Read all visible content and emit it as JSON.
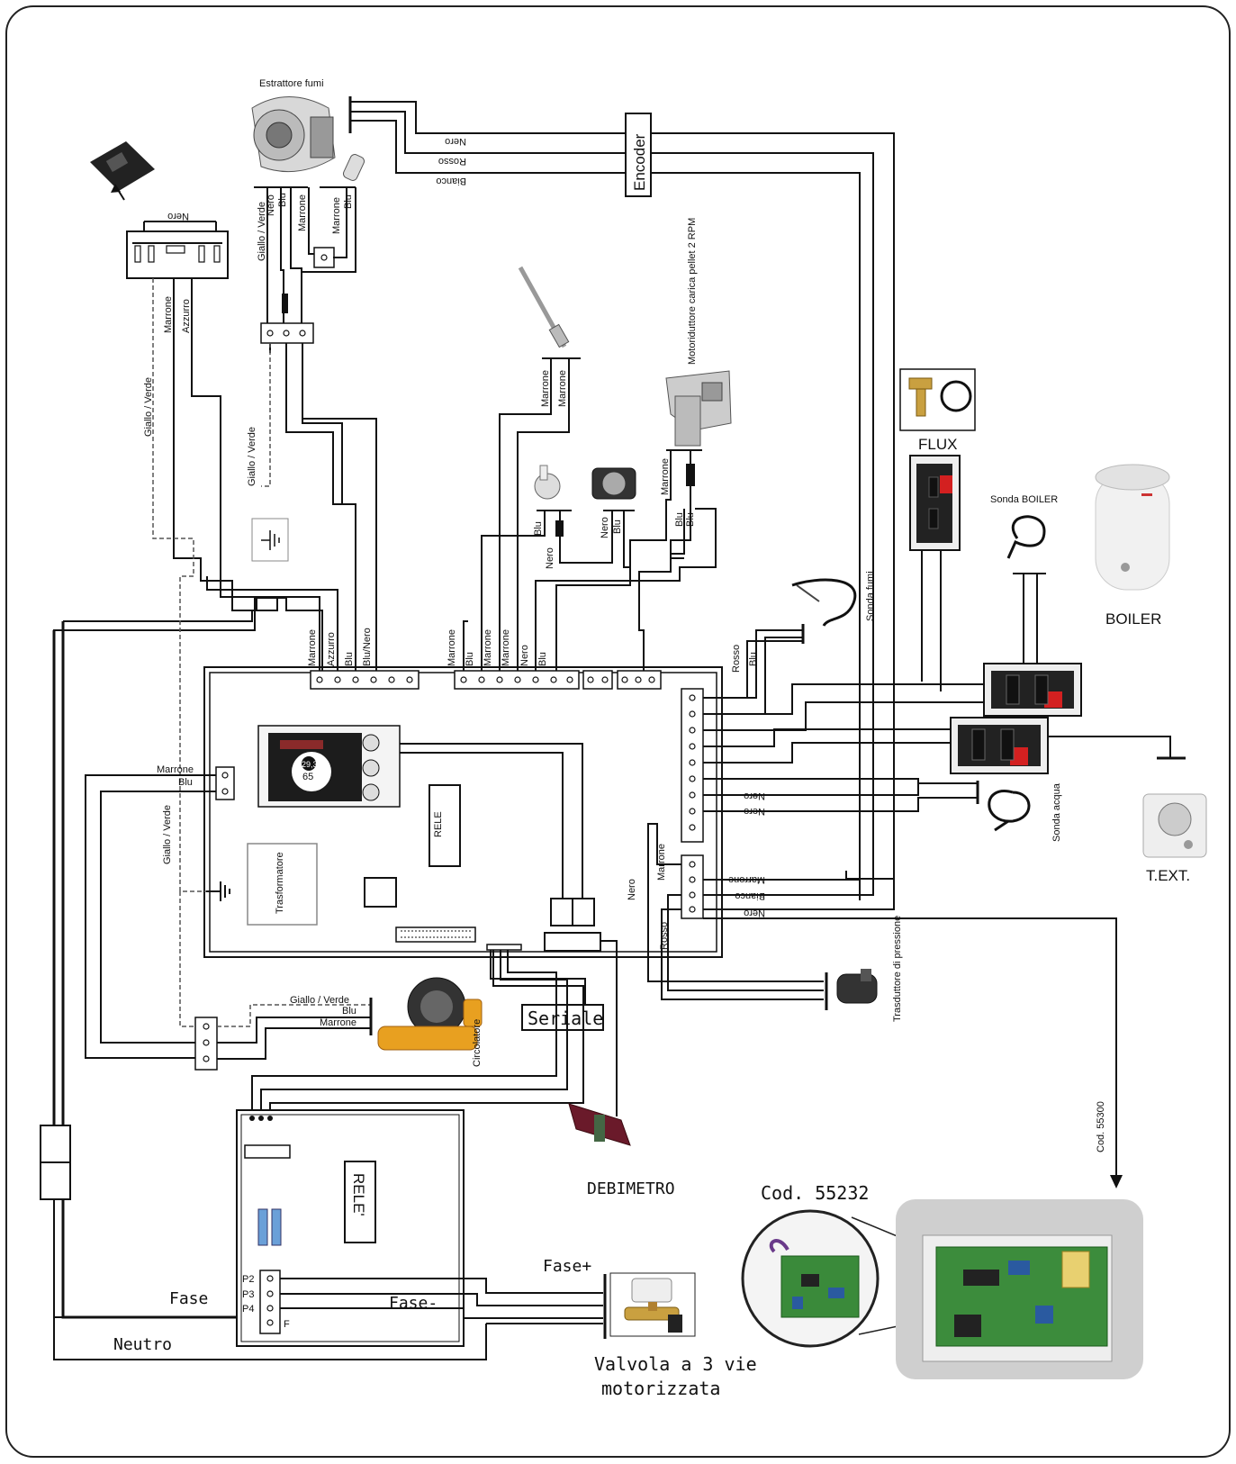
{
  "components": {
    "estrattore": "Estrattore fumi",
    "encoder": "Encoder",
    "motoriduttore": "Motoriduttore carica pellet 2 RPM",
    "flux": "FLUX",
    "sonda_boiler": "Sonda BOILER",
    "boiler": "BOILER",
    "sonda_fumi": "Sonda fumi",
    "sonda_acqua": "Sonda acqua",
    "text": "T.EXT.",
    "rele_main": "RELE",
    "trasformatore": "Trasformatore",
    "trasduttore": "Trasduttore di pressione",
    "circolatore": "Circolatore",
    "seriale": "Seriale",
    "debimetro": "DEBIMETRO",
    "rele_aux": "RELE'",
    "valvola_line1": "Valvola a 3 vie",
    "valvola_line2": "motorizzata",
    "cod_55232": "Cod. 55232",
    "cod_55300": "Cod. 55300",
    "fase": "Fase",
    "neutro": "Neutro",
    "fase_plus": "Fase+",
    "fase_minus": "Fase-",
    "p2": "P2",
    "p3": "P3",
    "p4": "P4",
    "f": "F",
    "display_value": "65",
    "display_small": "29,3"
  },
  "wires": {
    "nero": "Nero",
    "rosso": "Rosso",
    "bianco": "Bianco",
    "marrone": "Marrone",
    "azzurro": "Azzurro",
    "blu": "Blu",
    "blu_nero": "Blu/Nero",
    "giallo_verde": "Giallo / Verde"
  }
}
